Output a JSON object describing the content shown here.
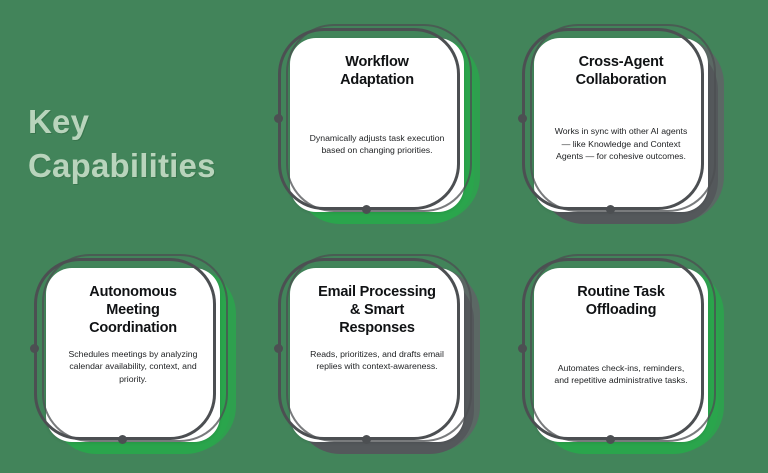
{
  "theme": {
    "background_color": "#42845a",
    "accent_green": "#2aa54c",
    "accent_gray": "#54585b",
    "outline_color": "#4c4f52",
    "card_background": "#ffffff",
    "title_color": "#b9d4bc",
    "heading_color": "#101214",
    "body_color": "#1d1f21"
  },
  "header": {
    "title_line_1": "Key",
    "title_line_2": "Capabilities"
  },
  "cards": [
    {
      "title_lines": [
        "Workflow",
        "Adaptation"
      ],
      "title": "Workflow Adaptation",
      "description": "Dynamically adjusts task execution based on changing priorities.",
      "accent": "green"
    },
    {
      "title_lines": [
        "Cross-Agent",
        "Collaboration"
      ],
      "title": "Cross-Agent Collaboration",
      "description": "Works in sync with other AI agents — like Knowledge and Context Agents — for cohesive outcomes.",
      "accent": "gray"
    },
    {
      "title_lines": [
        "Autonomous",
        "Meeting",
        "Coordination"
      ],
      "title": "Autonomous Meeting Coordination",
      "description": "Schedules meetings by analyzing calendar availability, context, and priority.",
      "accent": "green"
    },
    {
      "title_lines": [
        "Email Processing",
        "& Smart",
        "Responses"
      ],
      "title": "Email Processing & Smart Responses",
      "description": "Reads, prioritizes, and drafts email replies with context-awareness.",
      "accent": "gray"
    },
    {
      "title_lines": [
        "Routine Task",
        "Offloading"
      ],
      "title": "Routine Task Offloading",
      "description": "Automates check-ins, reminders, and repetitive administrative tasks.",
      "accent": "green"
    }
  ]
}
